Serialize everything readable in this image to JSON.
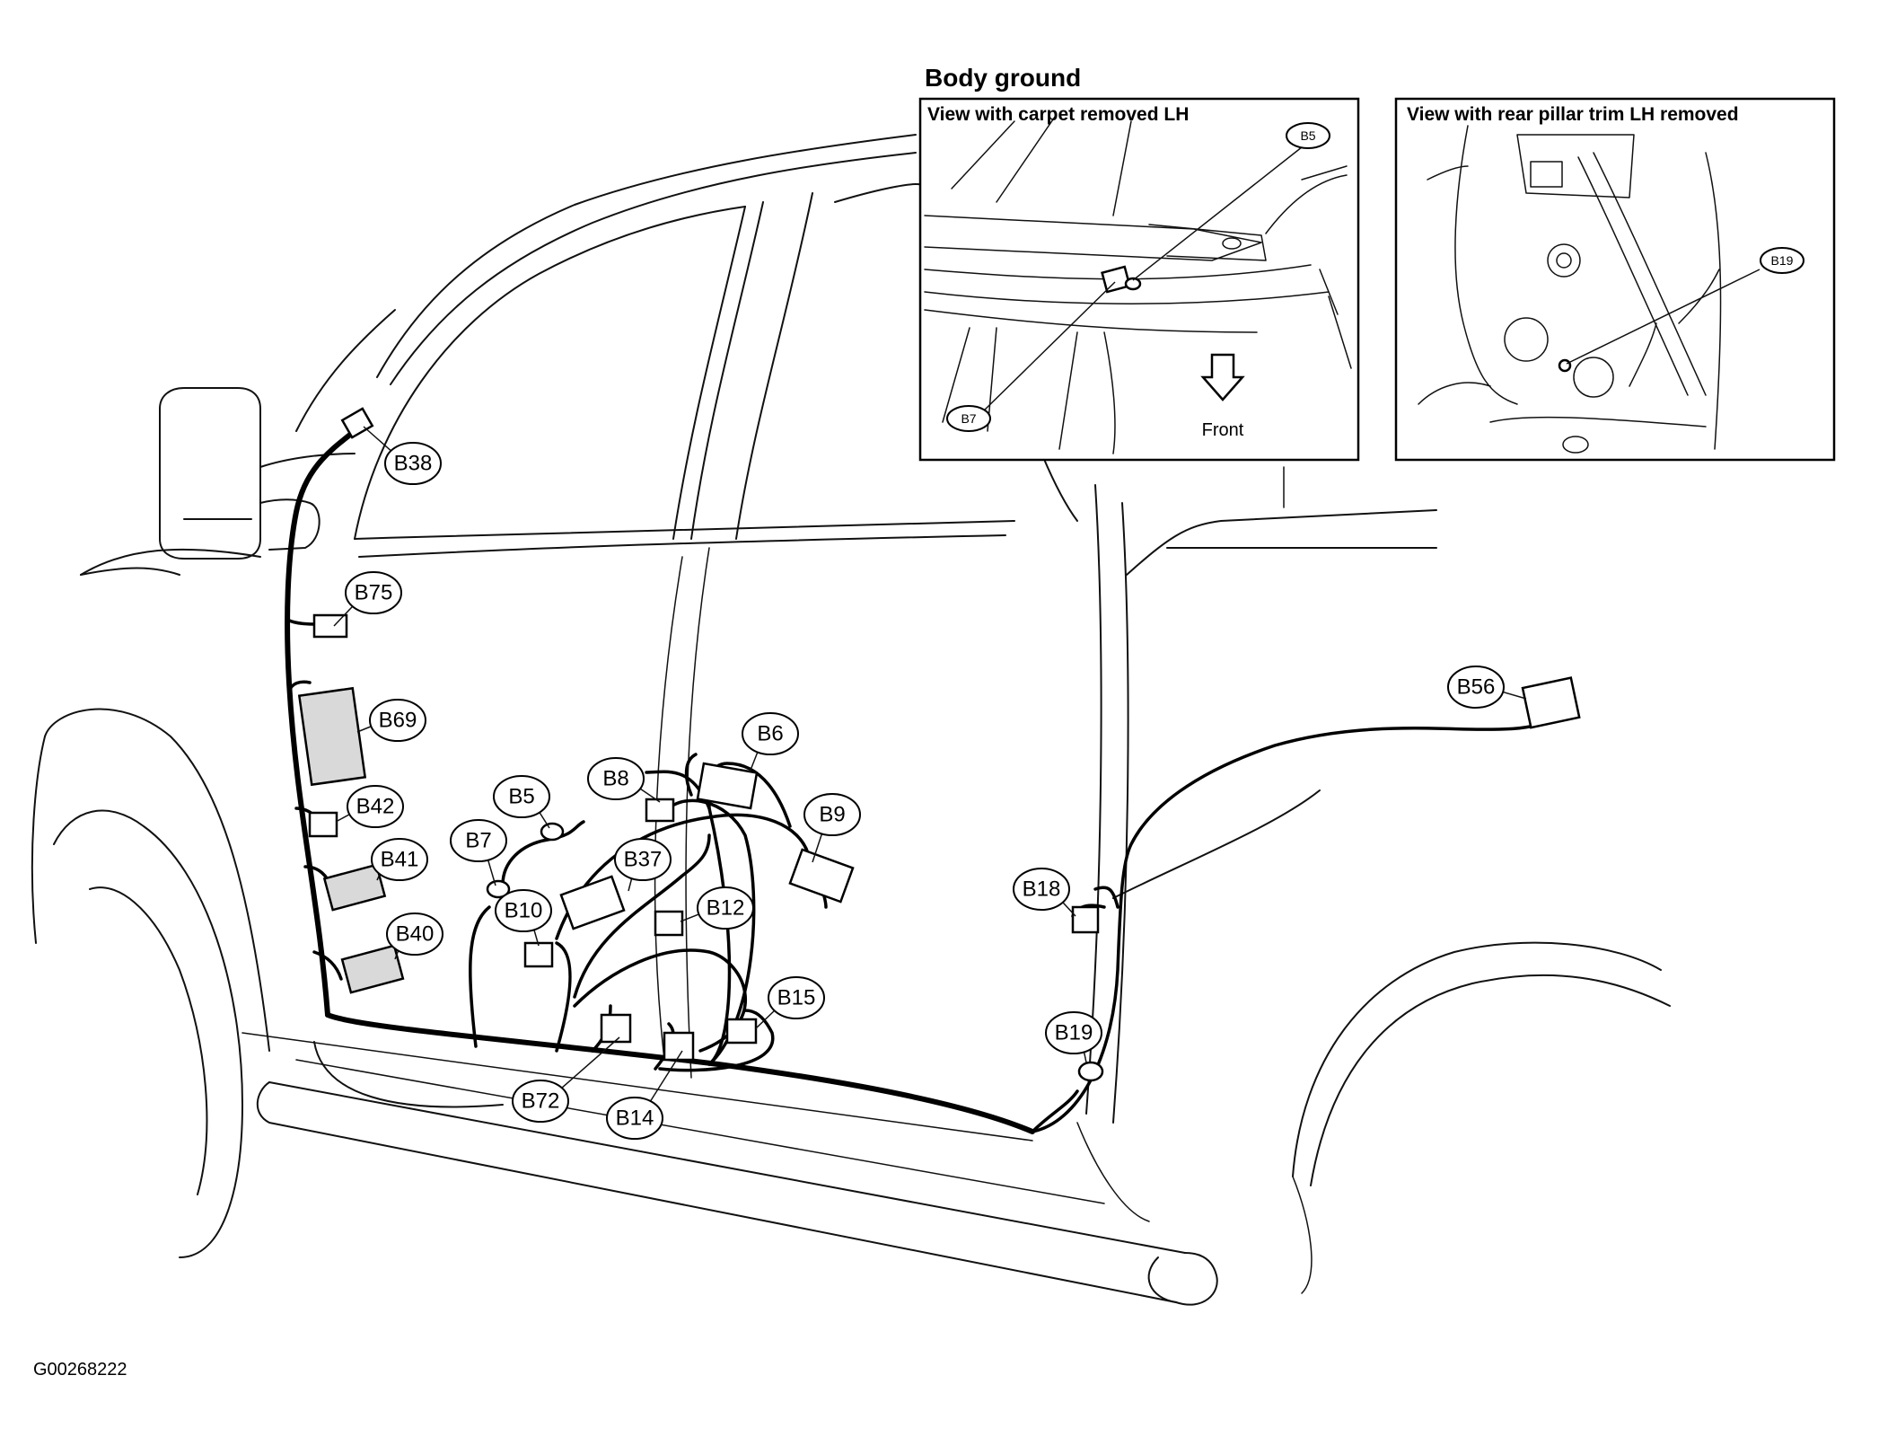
{
  "figure_code": "G00268222",
  "inset_group_title": "Body ground",
  "inset_left": {
    "caption": "View with carpet removed LH",
    "labels": [
      "B5",
      "B7"
    ],
    "arrow_label": "Front"
  },
  "inset_right": {
    "caption": "View with rear pillar trim LH removed",
    "labels": [
      "B19"
    ]
  },
  "connectors": [
    "B38",
    "B75",
    "B69",
    "B42",
    "B41",
    "B40",
    "B5",
    "B7",
    "B8",
    "B6",
    "B9",
    "B37",
    "B10",
    "B12",
    "B15",
    "B72",
    "B14",
    "B18",
    "B19",
    "B56"
  ],
  "icons": {
    "front_arrow": "up-arrow-icon",
    "ground_terminal": "ring-terminal-icon"
  }
}
